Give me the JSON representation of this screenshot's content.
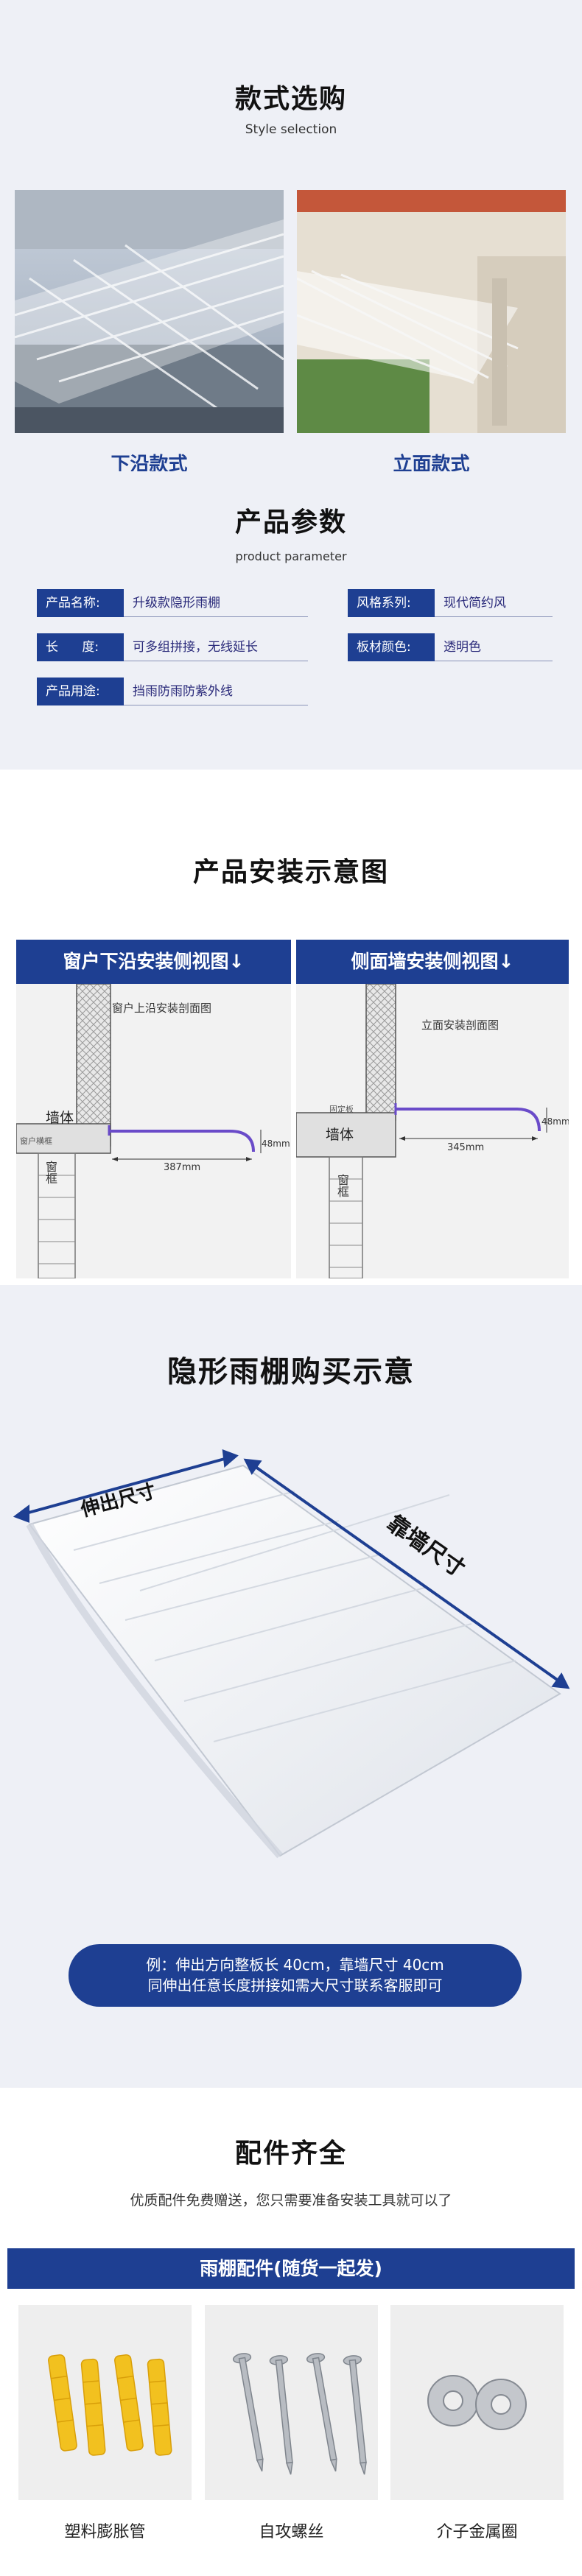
{
  "style": {
    "title": "款式选购",
    "subtitle": "Style selection",
    "options": [
      {
        "label": "下沿款式"
      },
      {
        "label": "立面款式"
      }
    ]
  },
  "params": {
    "title": "产品参数",
    "subtitle": "product parameter",
    "rows": [
      {
        "label": "产品名称:",
        "value": "升级款隐形雨棚"
      },
      {
        "label": "风格系列:",
        "value": "现代简约风"
      },
      {
        "label": "长      度:",
        "value": "可多组拼接，无线延长"
      },
      {
        "label": "板材颜色:",
        "value": "透明色"
      },
      {
        "label": "产品用途:",
        "value": "挡雨防雨防紫外线"
      }
    ]
  },
  "install": {
    "title": "产品安装示意图",
    "panels": [
      {
        "header": "窗户下沿安装侧视图↓",
        "caption": "窗户上沿安装剖面图",
        "wall": "墙体",
        "window": "窗框",
        "small_label": "窗户横框",
        "width": "387mm",
        "height": "48mm"
      },
      {
        "header": "侧面墙安装侧视图↓",
        "caption": "立面安装剖面图",
        "wall": "墙体",
        "window": "窗框",
        "small_label": "固定板",
        "width": "345mm",
        "height": "48mm"
      }
    ]
  },
  "buy": {
    "title": "隐形雨棚购买示意",
    "extend_label": "伸出尺寸",
    "wall_label": "靠墙尺寸",
    "note_line1": "例：伸出方向整板长 40cm，靠墙尺寸 40cm",
    "note_line2": "同伸出任意长度拼接如需大尺寸联系客服即可"
  },
  "accessories": {
    "title": "配件齐全",
    "subtitle": "优质配件免费赠送，您只需要准备安装工具就可以了",
    "bar": "雨棚配件(随货一起发)",
    "items": [
      {
        "label": "塑料膨胀管"
      },
      {
        "label": "自攻螺丝"
      },
      {
        "label": "介子金属圈"
      }
    ]
  },
  "colors": {
    "brand_blue": "#1e3f92",
    "arc_purple": "#6a4bc9"
  }
}
